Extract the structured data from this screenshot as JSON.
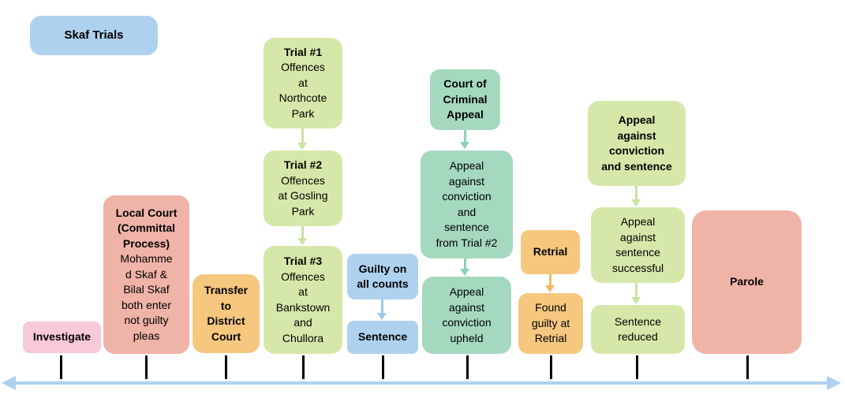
{
  "title": "Skaf Trials",
  "events": {
    "investigate": "Investigate",
    "local_court": {
      "heading": [
        "Local Court",
        "(Committal",
        "Process)"
      ],
      "body": [
        "Mohamme",
        "d Skaf &",
        "Bilal Skaf",
        "both enter",
        "not guilty",
        "pleas"
      ]
    },
    "transfer": [
      "Transfer",
      "to",
      "District",
      "Court"
    ],
    "trial1": {
      "heading": "Trial #1",
      "body": [
        "Offences",
        "at",
        "Northcote",
        "Park"
      ]
    },
    "trial2": {
      "heading": "Trial #2",
      "body": [
        "Offences",
        "at Gosling",
        "Park"
      ]
    },
    "trial3": {
      "heading": "Trial #3",
      "body": [
        "Offences",
        "at",
        "Bankstown",
        "and",
        "Chullora"
      ]
    },
    "guilty": [
      "Guilty on",
      "all counts"
    ],
    "sentence": "Sentence",
    "cca": [
      "Court of",
      "Criminal",
      "Appeal"
    ],
    "appeal_trial2": [
      "Appeal",
      "against",
      "conviction",
      "and",
      "sentence",
      "from Trial #2"
    ],
    "appeal_upheld": [
      "Appeal",
      "against",
      "conviction",
      "upheld"
    ],
    "retrial": "Retrial",
    "found_guilty": [
      "Found",
      "guilty at",
      "Retrial"
    ],
    "appeal_conv_sent": [
      "Appeal",
      "against",
      "conviction",
      "and sentence"
    ],
    "appeal_successful": [
      "Appeal",
      "against",
      "sentence",
      "successful"
    ],
    "sentence_reduced": [
      "Sentence",
      "reduced"
    ],
    "parole": "Parole"
  },
  "colors": {
    "pink": "#f8c9d6",
    "salmon": "#f0b3a8",
    "orange": "#f6c77f",
    "green": "#d6e8a9",
    "teal": "#a5d9bf",
    "blue": "#aed1ef",
    "connector_green": "#c9e3a0",
    "connector_teal": "#8fd0b4",
    "connector_blue": "#9cc8ec",
    "connector_orange": "#f3b865",
    "axis": "#aed1ef"
  }
}
